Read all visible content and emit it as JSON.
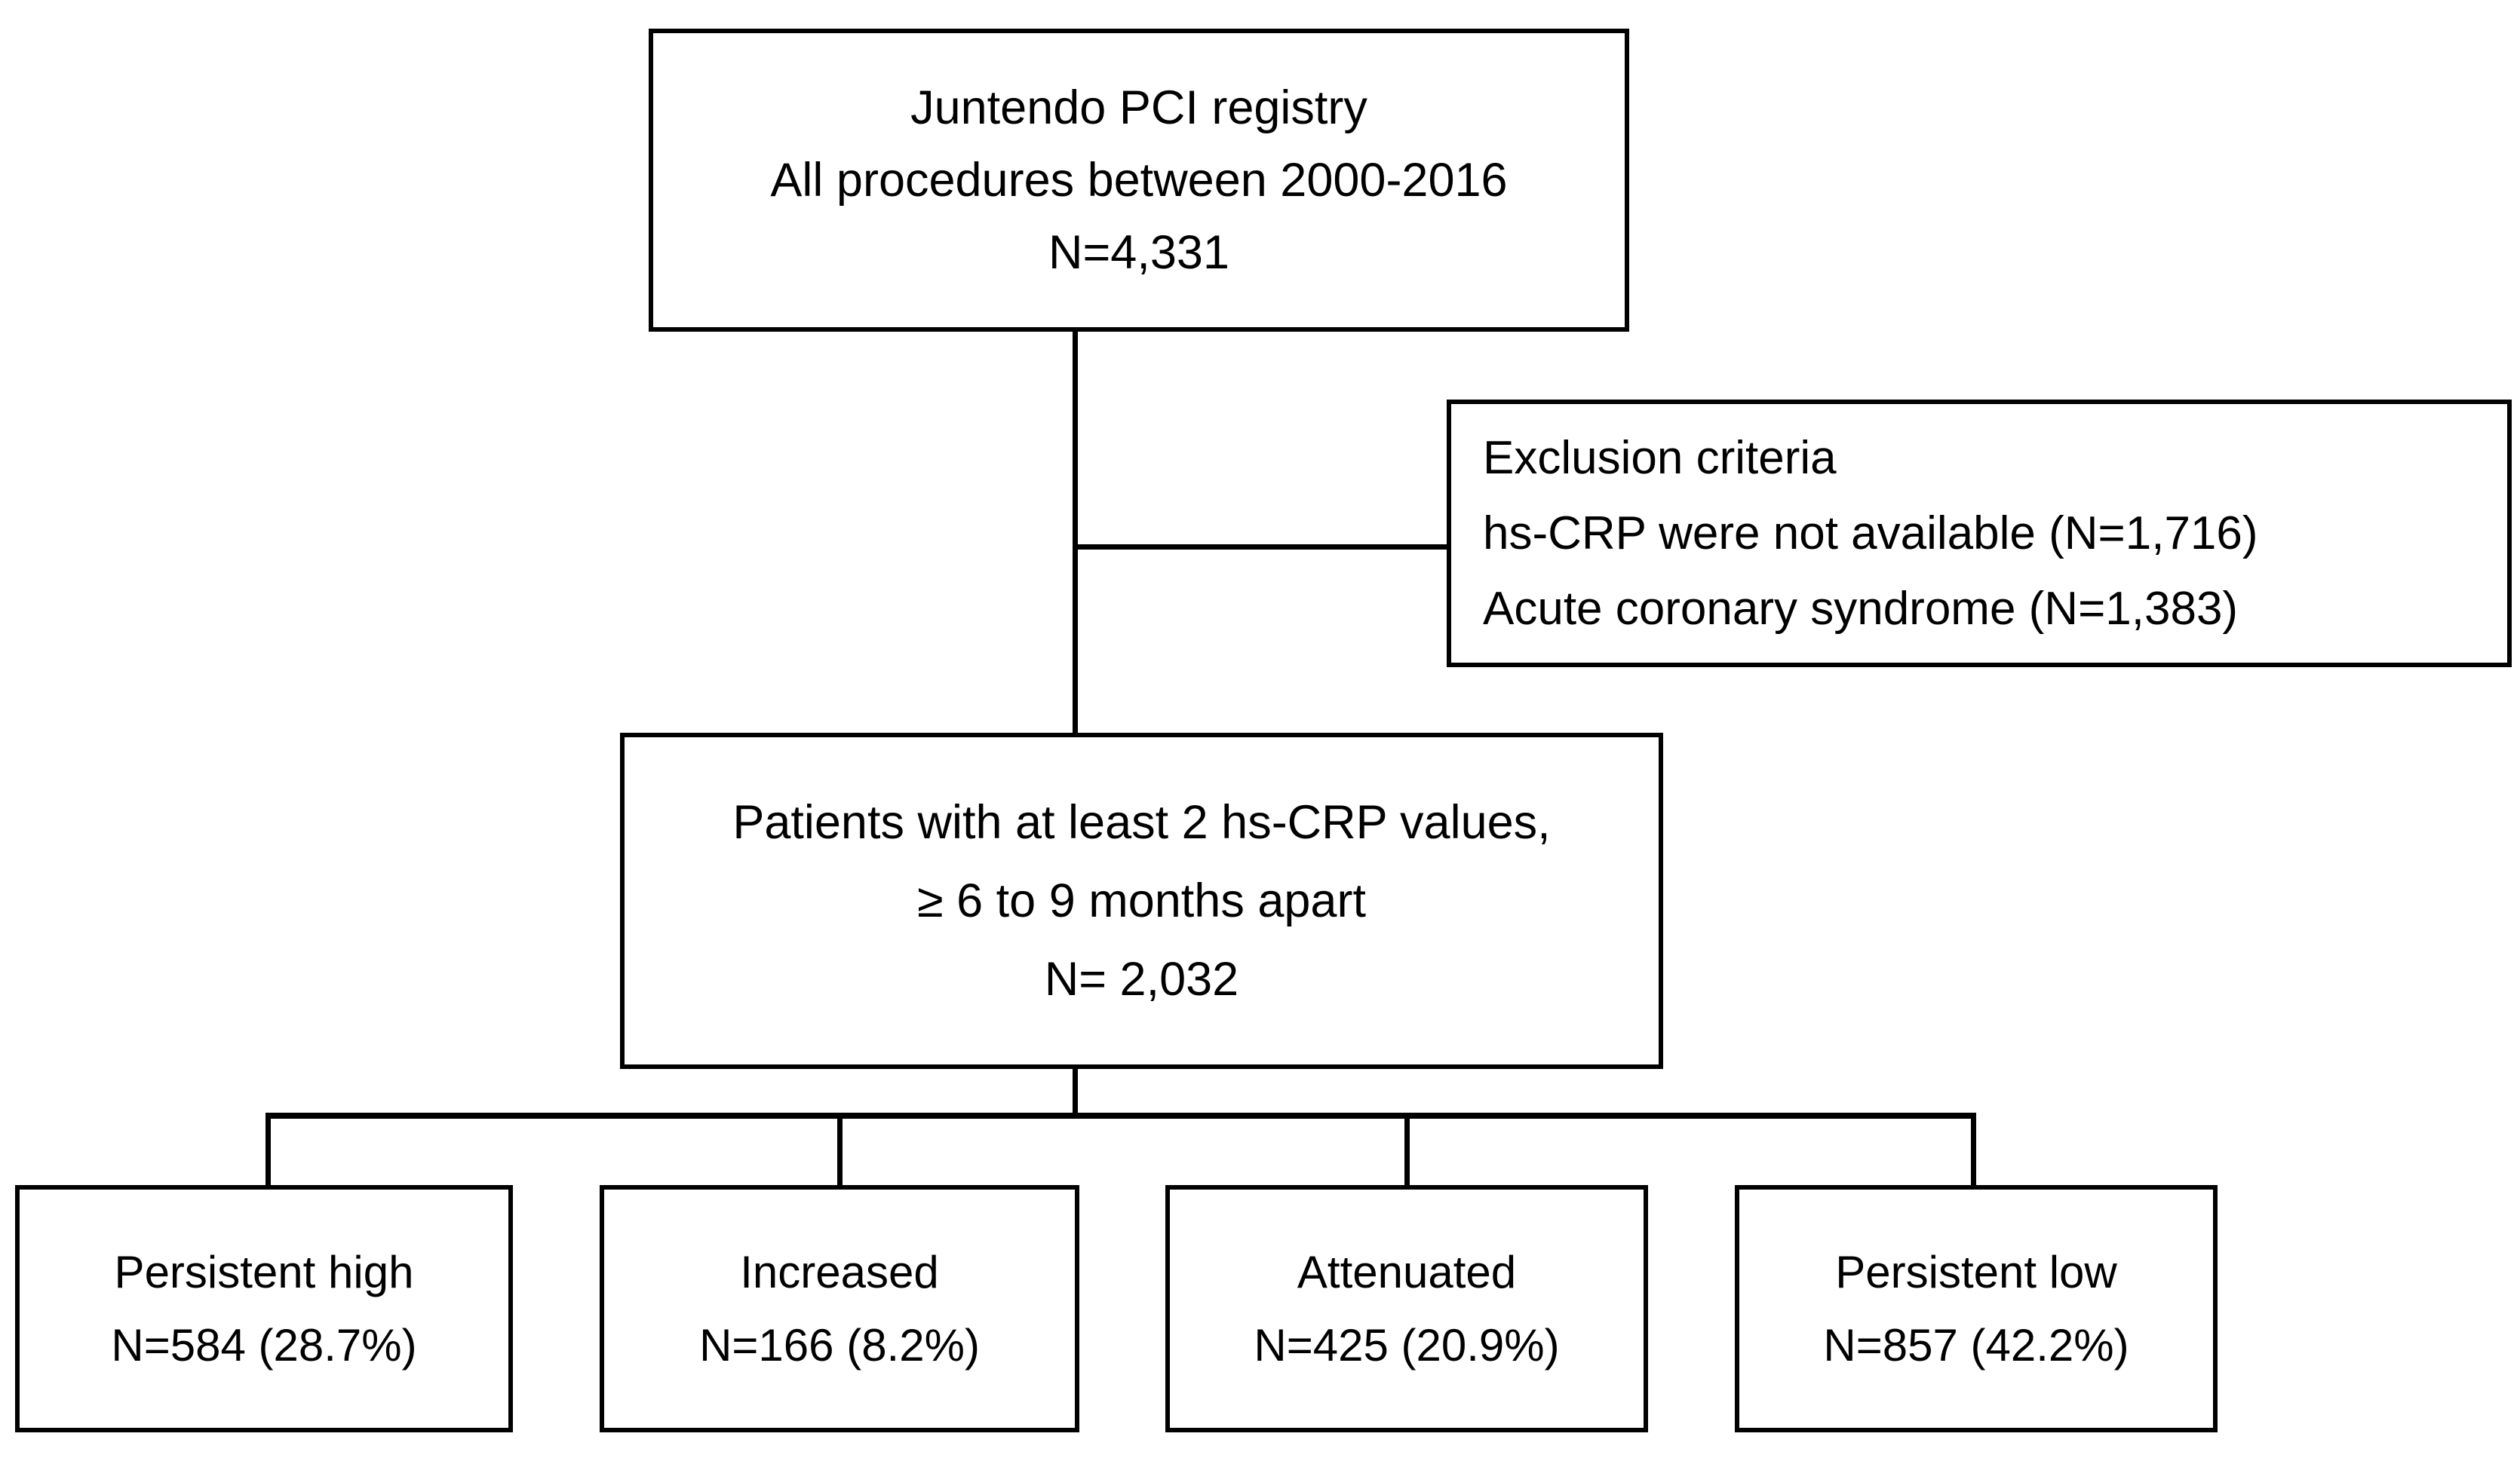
{
  "diagram": {
    "type": "patient-flow-chart",
    "registry": {
      "line1": "Juntendo PCI registry",
      "line2": "All procedures between 2000-2016",
      "line3": "N=4,331"
    },
    "exclusion": {
      "title": "Exclusion criteria",
      "line1": "hs-CRP were not available (N=1,716)",
      "line2": "Acute coronary syndrome (N=1,383)"
    },
    "eligible": {
      "line1": "Patients with at least 2 hs-CRP values,",
      "line2": "≥ 6 to 9 months apart",
      "line3": "N= 2,032"
    },
    "groups": [
      {
        "label": "Persistent high",
        "count": "N=584 (28.7%)"
      },
      {
        "label": "Increased",
        "count": "N=166 (8.2%)"
      },
      {
        "label": "Attenuated",
        "count": "N=425 (20.9%)"
      },
      {
        "label": "Persistent low",
        "count": "N=857 (42.2%)"
      }
    ],
    "colors": {
      "stroke": "#000000",
      "fill": "#ffffff",
      "text": "#000000"
    }
  }
}
